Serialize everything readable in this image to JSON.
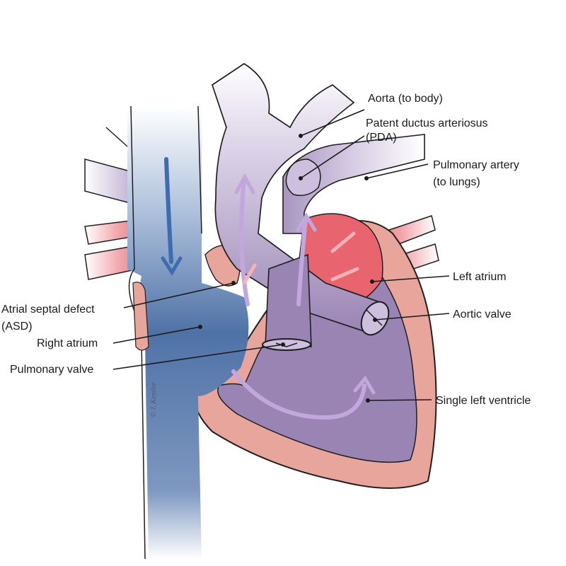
{
  "colors": {
    "deoxygenated": "#4f72a6",
    "oxygenated": "#e8646e",
    "mixed": "#9a84b4",
    "tissue": "#e8a59c",
    "outline": "#1f1f1f"
  },
  "labels": {
    "aorta": "Aorta (to body)",
    "pda_line1": "Patent ductus arteriosus",
    "pda_line2": "(PDA)",
    "pulmonary_artery_line1": "Pulmonary artery",
    "pulmonary_artery_line2": "(to lungs)",
    "left_atrium": "Left atrium",
    "aortic_valve": "Aortic valve",
    "asd_line1": "Atrial septal defect",
    "asd_line2": "(ASD)",
    "right_atrium": "Right atrium",
    "pulmonary_valve": "Pulmonary valve",
    "single_left_ventricle": "Single left ventricle"
  },
  "credit": "© J. Kessler"
}
